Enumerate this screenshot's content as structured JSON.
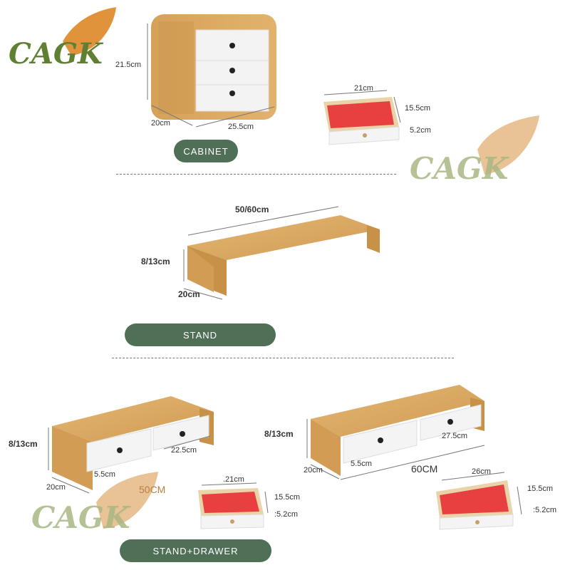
{
  "logo": {
    "text": "CAGK"
  },
  "sections": {
    "cabinet": {
      "label": "CABINET",
      "dims": {
        "height": "21.5cm",
        "depth": "20cm",
        "width": "25.5cm"
      },
      "drawer": {
        "width": "21cm",
        "depth": "15.5cm",
        "height": "5.2cm"
      }
    },
    "stand": {
      "label": "STAND",
      "dims": {
        "width": "50/60cm",
        "height": "8/13cm",
        "depth": "20cm"
      }
    },
    "stand_drawer": {
      "label": "STAND+DRAWER",
      "left": {
        "height": "8/13cm",
        "depth": "20cm",
        "gap": "5.5cm",
        "drawer_w": "22.5cm",
        "size": "50CM",
        "drawer": {
          "width": ".21cm",
          "depth": "15.5cm",
          "height": ":5.2cm"
        }
      },
      "right": {
        "height": "8/13cm",
        "depth": "20cm",
        "gap": "5.5cm",
        "drawer_w": "27.5cm",
        "size": "60CM",
        "drawer": {
          "width": "26cm",
          "depth": "15.5cm",
          "height": ":5.2cm"
        }
      }
    }
  },
  "colors": {
    "bamboo": "#d9a85f",
    "bamboo_dark": "#b9803d",
    "pill": "#4f6f57",
    "logo_leaf": "#e0933a",
    "logo_text": "#6b8a3a",
    "drawer_liner": "#e63b3b"
  }
}
